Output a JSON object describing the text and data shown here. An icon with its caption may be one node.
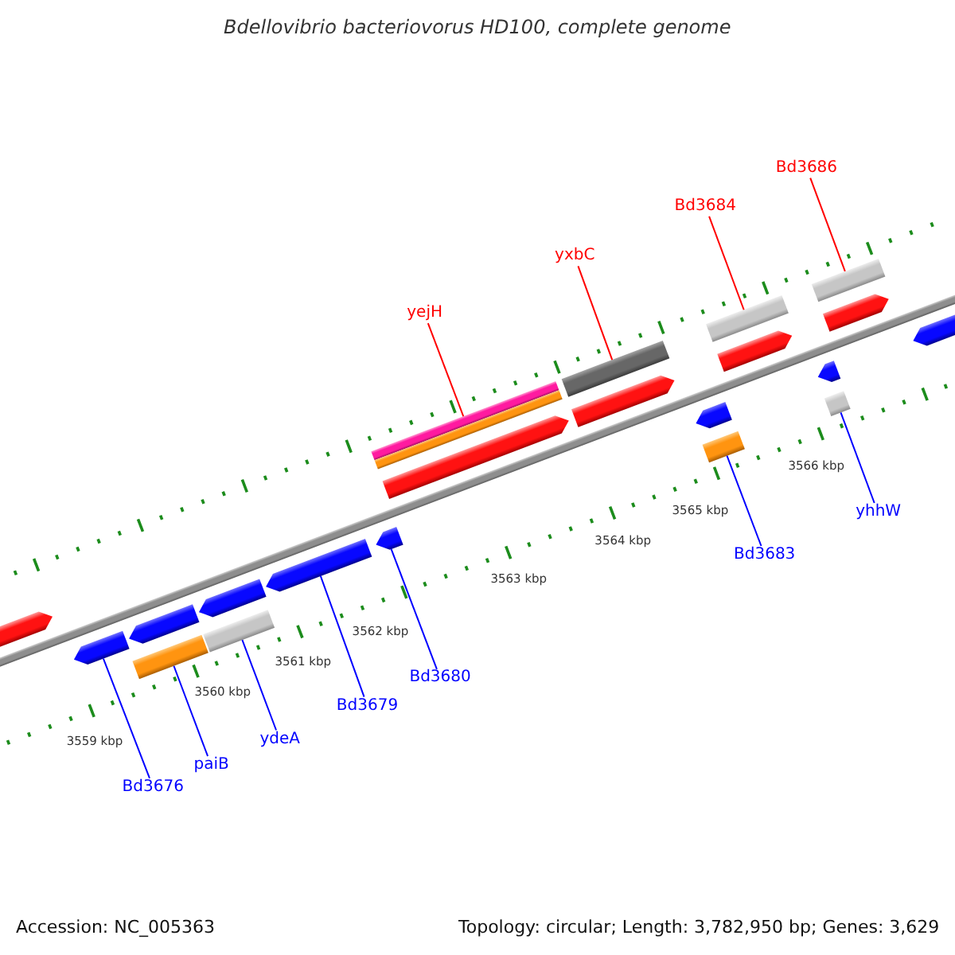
{
  "diagram": {
    "title": "Bdellovibrio bacteriovorus HD100, complete genome",
    "nodes": [
      {
        "text": [
          "Bd3686"
        ]
      },
      {
        "text": [
          "Bd3684"
        ]
      },
      {
        "text": [
          "yxbC"
        ]
      },
      {
        "text": [
          "yejH"
        ]
      },
      {
        "text": [
          "yhhW"
        ]
      },
      {
        "text": [
          "Bd3683"
        ]
      },
      {
        "text": [
          "Bd3680"
        ]
      },
      {
        "text": [
          "Bd3679"
        ]
      },
      {
        "text": [
          "ydeA"
        ]
      },
      {
        "text": [
          "paiB"
        ]
      },
      {
        "text": [
          "Bd3676"
        ]
      },
      {
        "text": [],
        "shape": "pentagon"
      },
      {
        "text": [],
        "shape": "pentagon"
      },
      {
        "text": [],
        "shape": "bar"
      },
      {
        "text": [],
        "shape": "pentagon"
      },
      {
        "text": [],
        "shape": "bar"
      },
      {
        "text": [],
        "shape": "pentagon"
      },
      {
        "text": [],
        "shape": "pentagon"
      },
      {
        "text": [],
        "shape": "pentagon"
      },
      {
        "text": [],
        "shape": "bar"
      },
      {
        "text": [],
        "shape": "pentagon"
      },
      {
        "text": [],
        "shape": "bar"
      },
      {
        "text": [],
        "shape": "pentagon"
      },
      {
        "text": [],
        "shape": "bar"
      },
      {
        "text": [],
        "shape": "pentagon"
      },
      {
        "text": [],
        "shape": "bar"
      },
      {
        "text": [],
        "shape": "pentagon"
      },
      {
        "text": [],
        "shape": "bar"
      },
      {
        "text": [],
        "shape": "pentagon"
      },
      {
        "text": [],
        "shape": "bar"
      },
      {
        "text": [],
        "shape": "pentagon"
      },
      {
        "text": [],
        "shape": "pentagon"
      }
    ],
    "edges": [
      {
        "from": 0,
        "to": 29,
        "arrow": "none",
        "color": "#ff0000"
      },
      {
        "from": 1,
        "to": 25,
        "arrow": "none",
        "color": "#ff0000"
      },
      {
        "from": 2,
        "to": 21,
        "arrow": "none",
        "color": "#ff0000"
      },
      {
        "from": 3,
        "to": 19,
        "arrow": "none",
        "color": "#ff0000"
      },
      {
        "from": 4,
        "to": 27,
        "arrow": "none"
      },
      {
        "from": 5,
        "to": 23,
        "arrow": "none"
      },
      {
        "from": 6,
        "to": 18,
        "arrow": "none"
      },
      {
        "from": 7,
        "to": 17,
        "arrow": "none"
      },
      {
        "from": 8,
        "to": 15,
        "arrow": "none"
      },
      {
        "from": 9,
        "to": 13,
        "arrow": "none"
      },
      {
        "from": 10,
        "to": 12,
        "arrow": "none"
      }
    ],
    "labels": [
      "3566 kbp",
      "3565 kbp",
      "3564 kbp",
      "3563 kbp",
      "3562 kbp",
      "3561 kbp",
      "3560 kbp",
      "3559 kbp",
      "Accession: NC_005363",
      "Topology: circular; Length: 3,782,950 bp; Genes: 3,629"
    ]
  }
}
